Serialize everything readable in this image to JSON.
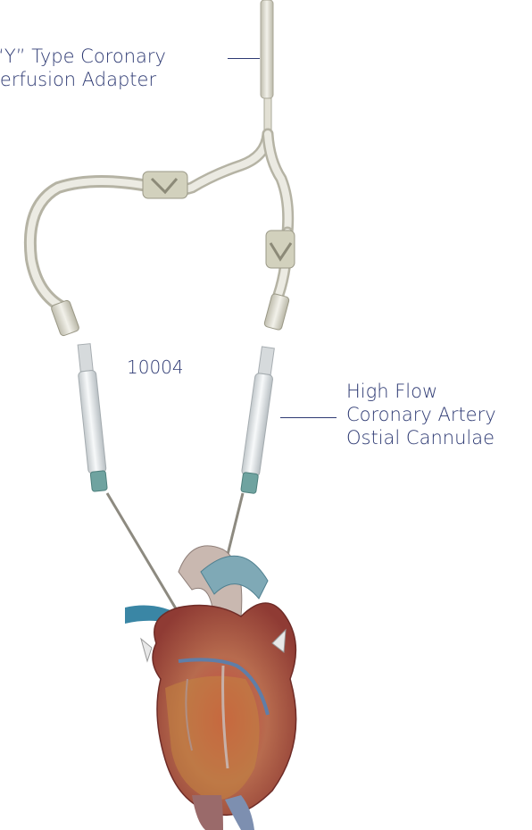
{
  "labels": {
    "adapter_line1": "“Y” Type Coronary",
    "adapter_line2": "Perfusion Adapter",
    "product_number": "10004",
    "cannulae_line1": "High Flow",
    "cannulae_line2": "Coronary Artery",
    "cannulae_line3": "Ostial Cannulae"
  },
  "colors": {
    "label_text": "#2e3a73",
    "tubing": "#d8d6c8",
    "clamp": "#cfcfb8",
    "cannula_body": "#e4e8ea",
    "cannula_collar": "#6fa3a0",
    "heart_main": "#b8574a",
    "vessel_blue": "#3a86a5"
  },
  "icons": {
    "adapter": "y-perfusion-adapter-illustration",
    "cannulae": "ostial-cannulae-illustration",
    "heart": "heart-illustration"
  }
}
